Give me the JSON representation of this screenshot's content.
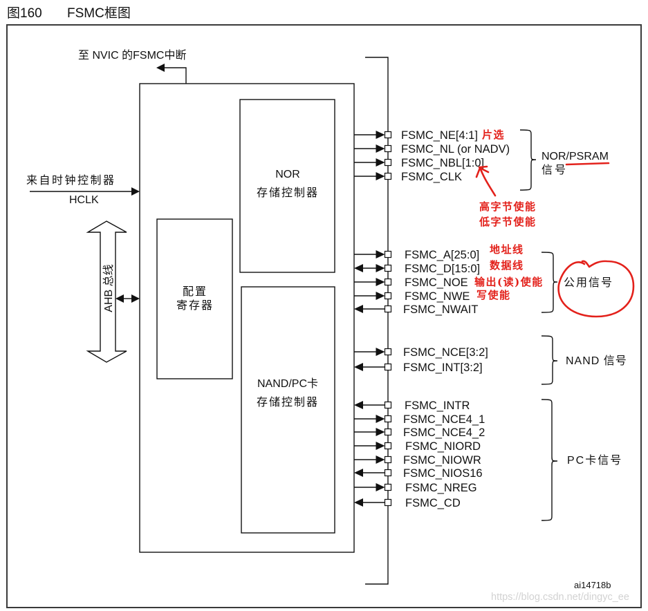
{
  "figure": {
    "number_label": "图160",
    "title": "FSMC框图",
    "id_code": "ai14718b",
    "watermark": "https://blog.csdn.net/dingyc_ee"
  },
  "interrupt": {
    "label": "至 NVIC 的FSMC中断",
    "direction": "out"
  },
  "clock": {
    "source_label": "来自时钟控制器",
    "signal": "HCLK",
    "direction": "in"
  },
  "bus": {
    "label": "AHB 总线",
    "direction": "bidir"
  },
  "blocks": {
    "nor_controller": {
      "line1": "NOR",
      "line2": "存储控制器"
    },
    "config_registers": {
      "line1": "配置",
      "line2": "寄存器"
    },
    "nand_pc_controller": {
      "line1": "NAND/PC卡",
      "line2": "存储控制器"
    }
  },
  "groups": [
    {
      "id": "nor-psram",
      "label_line1": "NOR/PSRAM",
      "label_line2": "信号",
      "signals": [
        {
          "name": "FSMC_NE[4:1]",
          "direction": "out"
        },
        {
          "name": "FSMC_NL (or NADV)",
          "direction": "out"
        },
        {
          "name": "FSMC_NBL[1:0]",
          "direction": "out"
        },
        {
          "name": "FSMC_CLK",
          "direction": "out"
        }
      ]
    },
    {
      "id": "common",
      "label_line1": "公用信号",
      "signals": [
        {
          "name": "FSMC_A[25:0]",
          "direction": "out"
        },
        {
          "name": "FSMC_D[15:0]",
          "direction": "bidir"
        },
        {
          "name": "FSMC_NOE",
          "direction": "out"
        },
        {
          "name": "FSMC_NWE",
          "direction": "out"
        },
        {
          "name": "FSMC_NWAIT",
          "direction": "in"
        }
      ]
    },
    {
      "id": "nand",
      "label_line1": "NAND 信号",
      "signals": [
        {
          "name": "FSMC_NCE[3:2]",
          "direction": "out"
        },
        {
          "name": "FSMC_INT[3:2]",
          "direction": "in"
        }
      ]
    },
    {
      "id": "pc-card",
      "label_line1": "PC卡信号",
      "signals": [
        {
          "name": "FSMC_INTR",
          "direction": "in"
        },
        {
          "name": "FSMC_NCE4_1",
          "direction": "out"
        },
        {
          "name": "FSMC_NCE4_2",
          "direction": "out"
        },
        {
          "name": "FSMC_NIORD",
          "direction": "out"
        },
        {
          "name": "FSMC_NIOWR",
          "direction": "out"
        },
        {
          "name": "FSMC_NIOS16",
          "direction": "in"
        },
        {
          "name": "FSMC_NREG",
          "direction": "out"
        },
        {
          "name": "FSMC_CD",
          "direction": "in"
        }
      ]
    }
  ],
  "annotations": {
    "color": "#e3211b",
    "chip_select": "片选",
    "byte_enable_high": "高字节使能",
    "byte_enable_low": "低字节使能",
    "address_lines": "地址线",
    "data_lines": "数据线",
    "output_read_enable": "输出(读)使能",
    "write_enable": "写使能"
  }
}
